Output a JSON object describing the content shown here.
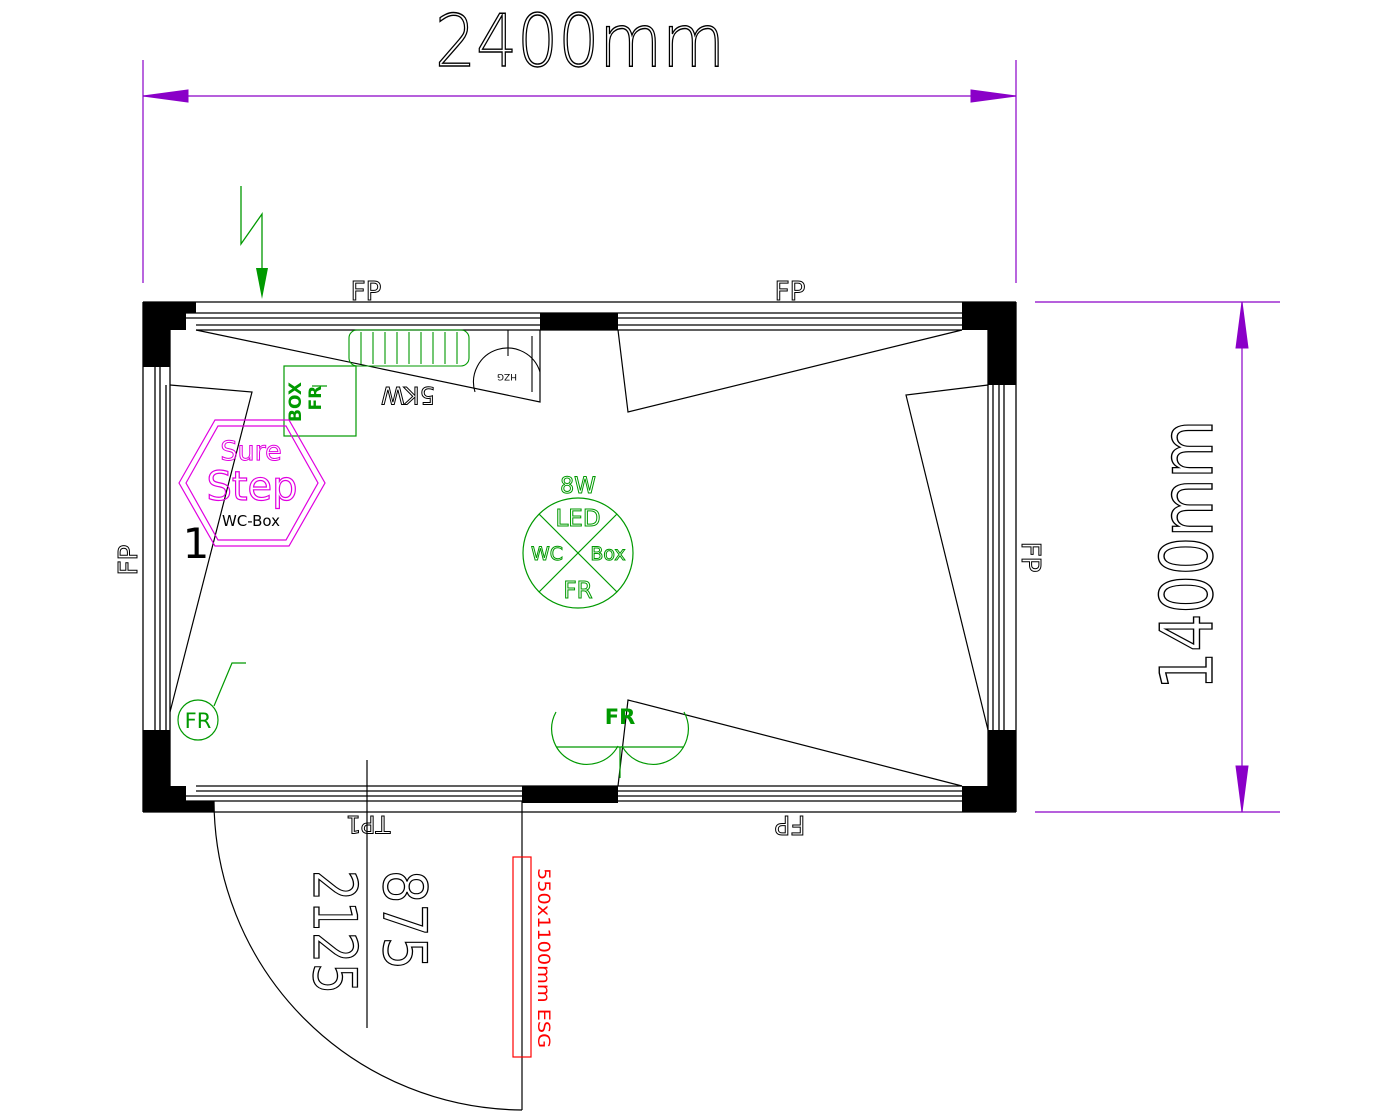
{
  "dimensions": {
    "width_label": "2400mm",
    "height_label": "1400mm"
  },
  "window_labels": {
    "top_left": "FP",
    "top_right": "FP",
    "left": "FP",
    "right": "FP",
    "bottom_right": "FP"
  },
  "door": {
    "label": "TP1",
    "width": "875",
    "height": "2125"
  },
  "boiler_label": "5KW",
  "heater_label": "HZG",
  "box_label": {
    "line1": "BOX",
    "line2": "FR"
  },
  "logo": {
    "line1": "Sure",
    "line2": "Step",
    "line3": "WC-Box"
  },
  "position_number": "1",
  "light": {
    "power": "8W",
    "top": "LED",
    "left": "WC",
    "right": "Box",
    "bottom": "FR"
  },
  "fr_labels": {
    "socket_left": "FR",
    "socket_bottom": "FR"
  },
  "esg_label": "550x1100mm ESG",
  "colors": {
    "outline": "#000000",
    "dimension": "#8a00c8",
    "electrical": "#009900",
    "logo": "#e000e0",
    "glass": "#ff0000"
  }
}
